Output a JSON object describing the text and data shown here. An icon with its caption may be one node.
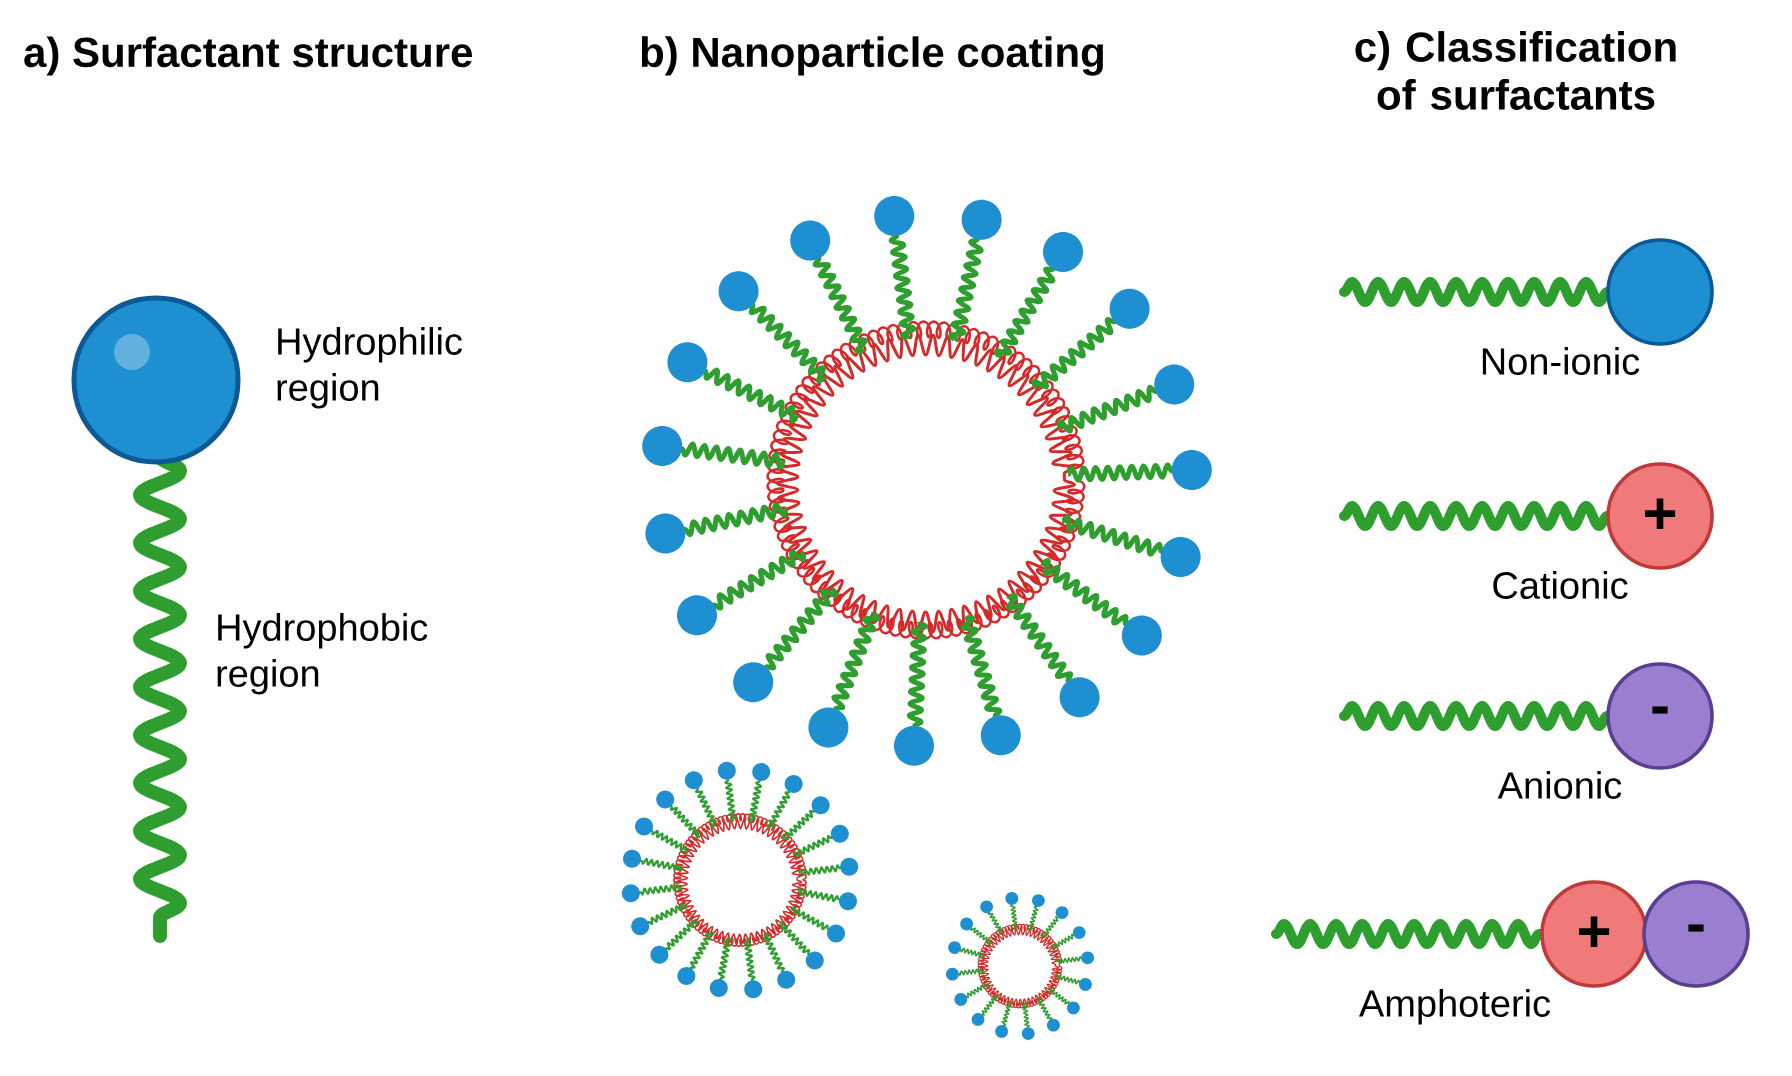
{
  "diagram": {
    "nodes": [
      {
        "text": [],
        "shape": "circle",
        "beside": [
          "Non-ionic"
        ]
      },
      {
        "text": [
          "+"
        ],
        "beside": [
          "Cationic"
        ]
      },
      {
        "text": [
          "-"
        ],
        "beside": [
          "Anionic"
        ]
      },
      {
        "text": [
          "+"
        ],
        "beside": [
          "Amphoteric"
        ]
      },
      {
        "text": [
          "-"
        ]
      }
    ],
    "labels": [
      "a) Surfactant structure",
      "b) Nanoparticle coating",
      "c) Classification of surfactants",
      "Hydrophilic region",
      "Hydrophobic region"
    ]
  }
}
